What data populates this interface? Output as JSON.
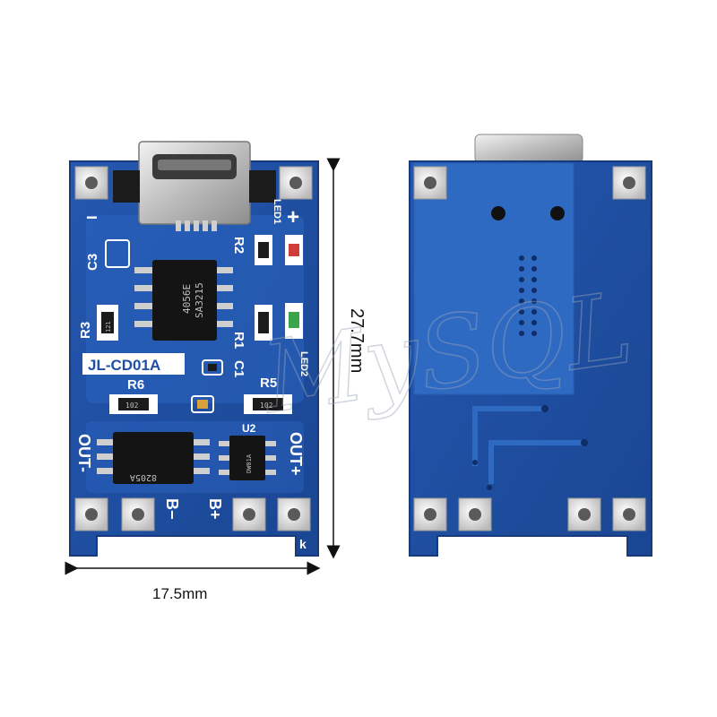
{
  "dimensions": {
    "width_label": "17.5mm",
    "height_label": "27.7mm"
  },
  "front": {
    "board_name": "JL-CD01A",
    "labels": {
      "minus_top": "−",
      "plus_top": "+",
      "led1": "LED1",
      "led2": "LED2",
      "c3": "C3",
      "r2": "R2",
      "r3": "R3",
      "r1": "R1",
      "c1": "C1",
      "r6": "R6",
      "r5": "R5",
      "u2": "U2",
      "out_minus": "OUT-",
      "out_plus": "OUT+",
      "b_minus": "B−",
      "b_plus": "B+",
      "k": "k"
    },
    "chips": {
      "u1_line1": "4056E",
      "u1_line2": "SA3215",
      "resistor_r3": "121",
      "resistor_r6": "102",
      "resistor_r5": "102",
      "u2_mark": "DW01A",
      "mos_mark": "8205A"
    }
  },
  "watermark": "MySQL",
  "colors": {
    "pcb_blue": "#1f4fa3",
    "pcb_dark": "#173f8a",
    "pad_silver": "#d9d9d9",
    "chip_black": "#141414",
    "silk_white": "#ffffff",
    "dimension_line": "#111111"
  }
}
